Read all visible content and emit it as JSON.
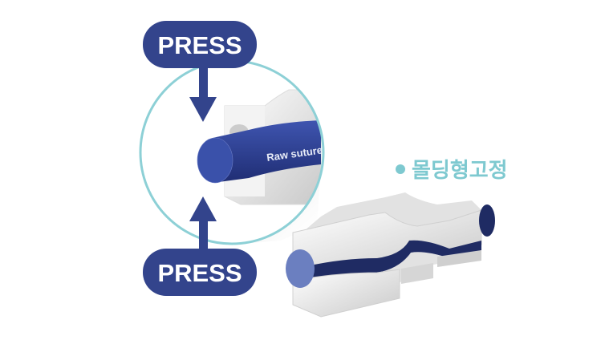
{
  "press_top": "PRESS",
  "press_bottom": "PRESS",
  "suture_label": "Raw suture",
  "caption": "몰딩형고정",
  "colors": {
    "navy": "#33448c",
    "teal": "#7ec9d0",
    "rod": "#2e3f96"
  }
}
